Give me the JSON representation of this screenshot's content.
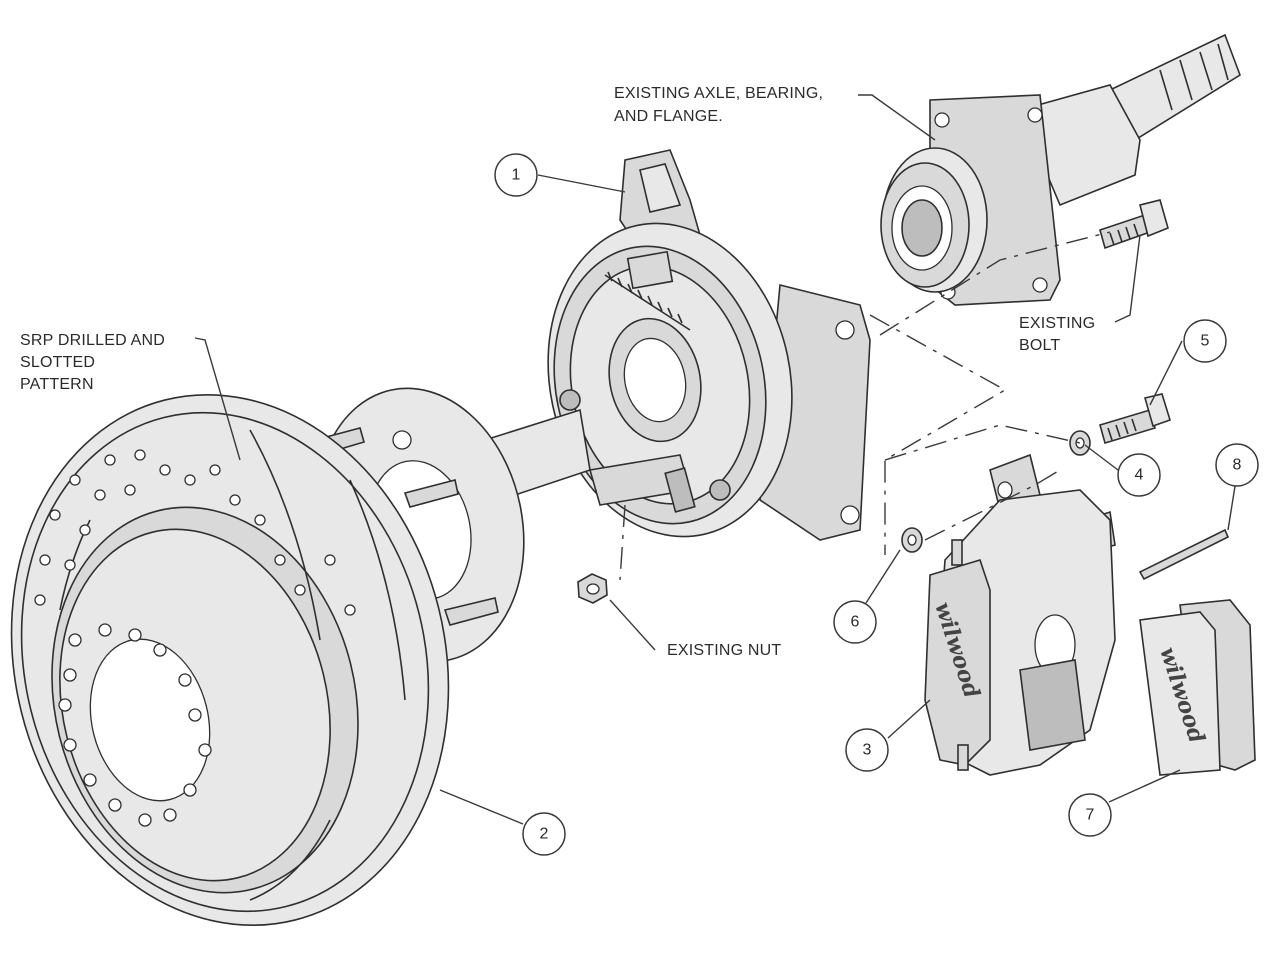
{
  "labels": {
    "axle": [
      "EXISTING AXLE, BEARING,",
      "AND FLANGE."
    ],
    "rotor_pattern": [
      "SRP DRILLED AND",
      "SLOTTED",
      "PATTERN"
    ],
    "bolt": [
      "EXISTING",
      "BOLT"
    ],
    "nut": "EXISTING NUT"
  },
  "callouts": [
    "1",
    "2",
    "3",
    "4",
    "5",
    "6",
    "7",
    "8"
  ],
  "brand": "wilwood"
}
